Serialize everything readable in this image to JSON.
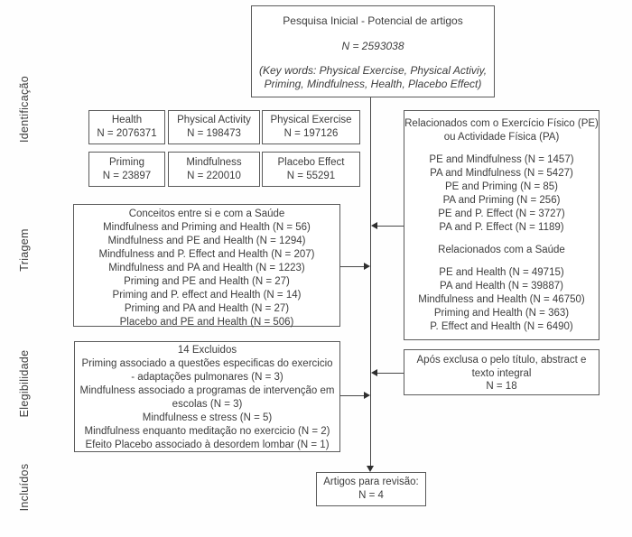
{
  "page": {
    "background": "#ffffff",
    "border_color": "#5a5a5a",
    "line_color": "#474747",
    "text_color": "#3d3d3d"
  },
  "stages": [
    {
      "label": "Identificação"
    },
    {
      "label": "Triagem"
    },
    {
      "label": "Elegibilidade"
    },
    {
      "label": "Incluídos"
    }
  ],
  "initial": {
    "title": "Pesquisa Inicial - Potencial de artigos",
    "n": "N = 2593038",
    "keywords": "(Key words: Physical Exercise, Physical Activiy, Priming, Mindfulness, Health, Placebo Effect)"
  },
  "keyword_boxes": [
    {
      "label": "Health",
      "n": "N = 2076371"
    },
    {
      "label": "Physical Activity",
      "n": "N = 198473"
    },
    {
      "label": "Physical Exercise",
      "n": "N = 197126"
    },
    {
      "label": "Priming",
      "n": "N = 23897"
    },
    {
      "label": "Mindfulness",
      "n": "N = 220010"
    },
    {
      "label": "Placebo Effect",
      "n": "N = 55291"
    }
  ],
  "related": {
    "title": "Relacionados com o Exercício Físico (PE) ou Actividade Física (PA)",
    "pe_pa_lines": [
      "PE and Mindfulness (N = 1457)",
      "PA and Mindfulness (N = 5427)",
      "PE and Priming (N = 85)",
      "PA and Priming (N = 256)",
      "PE and P. Effect (N = 3727)",
      "PA and P. Effect (N = 1189)"
    ],
    "saude_title": "Relacionados com a Saúde",
    "saude_lines": [
      "PE and Health (N = 49715)",
      "PA and Health (N = 39887)",
      "Mindfulness and Health (N = 46750)",
      "Priming and Health (N = 363)",
      "P. Effect and Health (N = 6490)"
    ]
  },
  "conceitos": {
    "title": "Conceitos entre si e com a Saúde",
    "lines": [
      "Mindfulness and Priming and Health (N = 56)",
      "Mindfulness and PE and Health (N = 1294)",
      "Mindfulness and P. Effect and Health (N = 207)",
      "Mindfulness and PA and Health (N = 1223)",
      "Priming and PE and Health (N = 27)",
      "Priming and P. effect and Health (N = 14)",
      "Priming and PA and Health (N = 27)",
      "Placebo and PE and Health (N = 506)"
    ]
  },
  "excluidos": {
    "title": "14 Excluidos",
    "lines": [
      "Priming associado a questões especificas do exercicio - adaptações pulmonares (N = 3)",
      "Mindfulness associado a programas de intervenção em escolas (N = 3)",
      "Mindfulness e stress (N = 5)",
      "Mindfulness enquanto meditação no exercicio (N = 2)",
      "Efeito Placebo associado à desordem lombar (N = 1)"
    ]
  },
  "apos_exclusao": {
    "text": "Após exclusa o pelo título, abstract e texto integral",
    "n": "N = 18"
  },
  "final": {
    "title": "Artigos para revisão:",
    "n": "N = 4"
  }
}
